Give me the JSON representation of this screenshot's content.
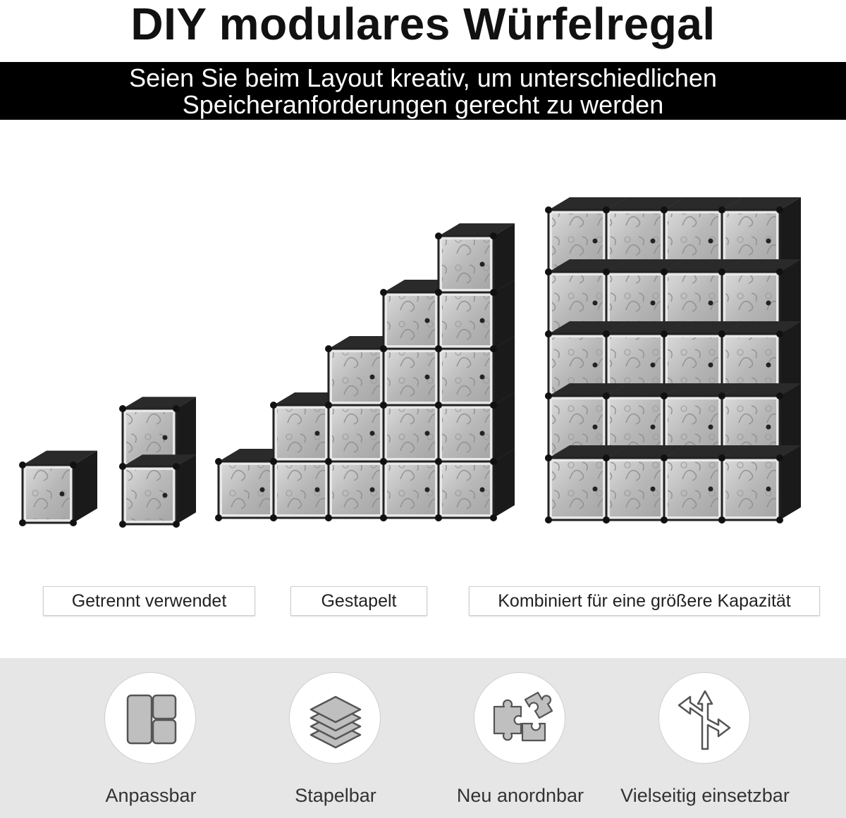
{
  "header": {
    "title": "DIY modulares Würfelregal",
    "subtitle_line1": "Seien Sie beim Layout kreativ, um unterschiedlichen",
    "subtitle_line2": "Speicheranforderungen gerecht zu werden"
  },
  "layouts": [
    {
      "label": "Getrennt verwendet"
    },
    {
      "label": "Gestapelt"
    },
    {
      "label": "Kombiniert für eine größere Kapazität"
    }
  ],
  "features": [
    {
      "label": "Anpassbar",
      "icon": "modules-icon"
    },
    {
      "label": "Stapelbar",
      "icon": "stack-layers-icon"
    },
    {
      "label": "Neu anordnbar",
      "icon": "puzzle-icon"
    },
    {
      "label": "Vielseitig einsetzbar",
      "icon": "direction-arrows-icon"
    }
  ],
  "colors": {
    "frame": "#111111",
    "panel": "#bdbdbd",
    "feature_band": "#e6e6e6",
    "icon_fill": "#bfbfbf"
  }
}
